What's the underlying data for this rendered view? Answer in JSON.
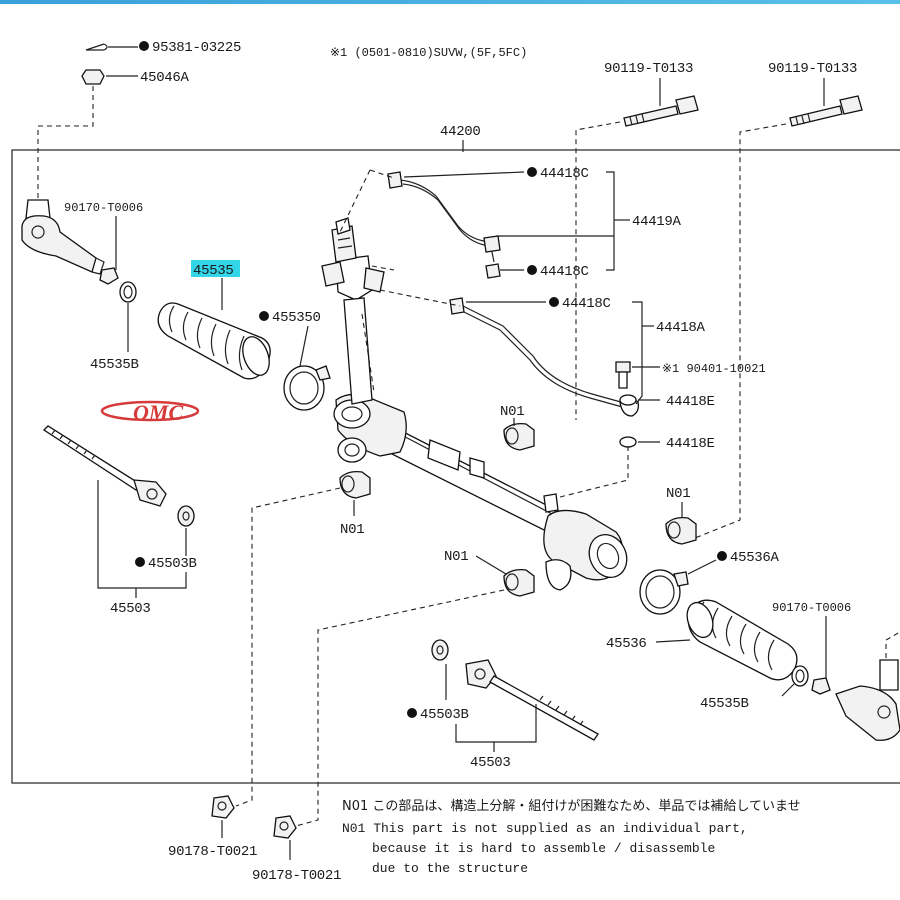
{
  "header_note": "※1 (0501-0810)SUVW,(5F,5FC)",
  "labels": {
    "p95381": "95381-03225",
    "p45046A": "45046A",
    "p44200": "44200",
    "p90119a": "90119-T0133",
    "p90119b": "90119-T0133",
    "p90170a": "90170-T0006",
    "p45535": "45535",
    "p455350": "455350",
    "p44418C_1": "44418C",
    "p44419A": "44419A",
    "p44418C_2": "44418C",
    "p44418C_3": "44418C",
    "p44418A": "44418A",
    "p90401": "※1 90401-10021",
    "p44418E_1": "44418E",
    "p44418E_2": "44418E",
    "p45535B_left": "45535B",
    "pN01_a": "N01",
    "pN01_b": "N01",
    "pN01_c": "N01",
    "pN01_d": "N01",
    "p45503B_left": "45503B",
    "p45503_left": "45503",
    "p45536A": "45536A",
    "p90170b": "90170-T0006",
    "p45536": "45536",
    "p45535B_right": "45535B",
    "p45503B_right": "45503B",
    "p45503_right": "45503",
    "p90178a": "90178-T0021",
    "p90178b": "90178-T0021"
  },
  "logo_text": "OMC",
  "footnotes": {
    "jp": "N01 この部品は、構造上分解・組付けが困難なため、単品では補給していませ",
    "en1": "N01 This part is not supplied as an individual part,",
    "en2": "because it is hard to assemble / disassemble",
    "en3": "due to the structure"
  },
  "colors": {
    "highlight": "#33d6e8",
    "logo": "#d63a3a",
    "line": "#222222"
  }
}
